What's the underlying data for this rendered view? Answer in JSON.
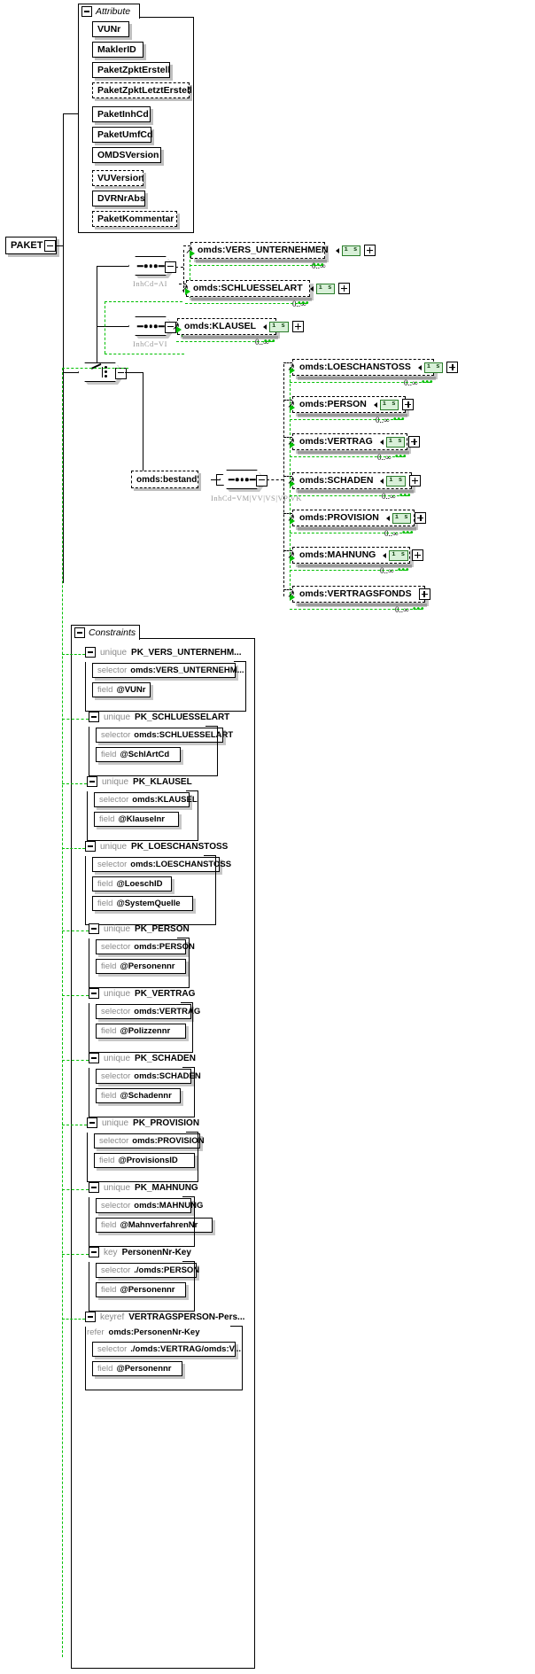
{
  "diagram": {
    "type": "xml-schema-diagram",
    "root_element": "PAKET",
    "attribute_group_label": "Attribute",
    "constraints_group_label": "Constraints"
  },
  "attributes": [
    {
      "name": "VUNr",
      "optional": false
    },
    {
      "name": "MaklerID",
      "optional": false
    },
    {
      "name": "PaketZpktErstell",
      "optional": false
    },
    {
      "name": "PaketZpktLetztErstell",
      "optional": true
    },
    {
      "name": "PaketInhCd",
      "optional": false
    },
    {
      "name": "PaketUmfCd",
      "optional": false
    },
    {
      "name": "OMDSVersion",
      "optional": false
    },
    {
      "name": "VUVersion",
      "optional": true
    },
    {
      "name": "DVRNrAbs",
      "optional": false
    },
    {
      "name": "PaketKommentar",
      "optional": true
    }
  ],
  "compositors": [
    {
      "id": "seq-ai",
      "kind": "sequence",
      "condition": "InhCd=AI"
    },
    {
      "id": "seq-vi",
      "kind": "sequence",
      "condition": "InhCd=VI"
    },
    {
      "id": "choice-root",
      "kind": "choice",
      "condition": ""
    },
    {
      "id": "seq-bestand",
      "kind": "sequence",
      "condition": "InhCd=VM|VV|VS|VP|VK"
    }
  ],
  "bestand_node": {
    "label": "omds:bestand"
  },
  "elements": [
    {
      "label": "omds:VERS_UNTERNEHMEN",
      "badge": "i s",
      "occurrence": "0..∞",
      "parent": "seq-ai"
    },
    {
      "label": "omds:SCHLUESSELART",
      "badge": "i s",
      "occurrence": "0..∞",
      "parent": "seq-ai"
    },
    {
      "label": "omds:KLAUSEL",
      "badge": "i s",
      "occurrence": "0..∞",
      "parent": "seq-vi"
    },
    {
      "label": "omds:LOESCHANSTOSS",
      "badge": "i s",
      "occurrence": "0..∞",
      "parent": "seq-bestand"
    },
    {
      "label": "omds:PERSON",
      "badge": "i s",
      "occurrence": "0..∞",
      "parent": "seq-bestand"
    },
    {
      "label": "omds:VERTRAG",
      "badge": "i s",
      "occurrence": "0..∞",
      "parent": "seq-bestand"
    },
    {
      "label": "omds:SCHADEN",
      "badge": "i s",
      "occurrence": "0..∞",
      "parent": "seq-bestand"
    },
    {
      "label": "omds:PROVISION",
      "badge": "i s",
      "occurrence": "0..∞",
      "parent": "seq-bestand"
    },
    {
      "label": "omds:MAHNUNG",
      "badge": "i s",
      "occurrence": "0..∞",
      "parent": "seq-bestand"
    },
    {
      "label": "omds:VERTRAGSFONDS",
      "badge": "",
      "occurrence": "0..∞",
      "parent": "seq-bestand"
    }
  ],
  "constraints": [
    {
      "kind": "unique",
      "name": "PK_VERS_UNTERNEHM...",
      "rows": [
        {
          "k": "selector",
          "v": "omds:VERS_UNTERNEHM..."
        },
        {
          "k": "field",
          "v": "@VUNr"
        }
      ]
    },
    {
      "kind": "unique",
      "name": "PK_SCHLUESSELART",
      "rows": [
        {
          "k": "selector",
          "v": "omds:SCHLUESSELART"
        },
        {
          "k": "field",
          "v": "@SchlArtCd"
        }
      ]
    },
    {
      "kind": "unique",
      "name": "PK_KLAUSEL",
      "rows": [
        {
          "k": "selector",
          "v": "omds:KLAUSEL"
        },
        {
          "k": "field",
          "v": "@Klauselnr"
        }
      ]
    },
    {
      "kind": "unique",
      "name": "PK_LOESCHANSTOSS",
      "rows": [
        {
          "k": "selector",
          "v": "omds:LOESCHANSTOSS"
        },
        {
          "k": "field",
          "v": "@LoeschID"
        },
        {
          "k": "field",
          "v": "@SystemQuelle"
        }
      ]
    },
    {
      "kind": "unique",
      "name": "PK_PERSON",
      "rows": [
        {
          "k": "selector",
          "v": "omds:PERSON"
        },
        {
          "k": "field",
          "v": "@Personennr"
        }
      ]
    },
    {
      "kind": "unique",
      "name": "PK_VERTRAG",
      "rows": [
        {
          "k": "selector",
          "v": "omds:VERTRAG"
        },
        {
          "k": "field",
          "v": "@Polizzennr"
        }
      ]
    },
    {
      "kind": "unique",
      "name": "PK_SCHADEN",
      "rows": [
        {
          "k": "selector",
          "v": "omds:SCHADEN"
        },
        {
          "k": "field",
          "v": "@Schadennr"
        }
      ]
    },
    {
      "kind": "unique",
      "name": "PK_PROVISION",
      "rows": [
        {
          "k": "selector",
          "v": "omds:PROVISION"
        },
        {
          "k": "field",
          "v": "@ProvisionsID"
        }
      ]
    },
    {
      "kind": "unique",
      "name": "PK_MAHNUNG",
      "rows": [
        {
          "k": "selector",
          "v": "omds:MAHNUNG"
        },
        {
          "k": "field",
          "v": "@MahnverfahrenNr"
        }
      ]
    },
    {
      "kind": "key",
      "name": "PersonenNr-Key",
      "rows": [
        {
          "k": "selector",
          "v": "./omds:PERSON"
        },
        {
          "k": "field",
          "v": "@Personennr"
        }
      ]
    },
    {
      "kind": "keyref",
      "name": "VERTRAGSPERSON-Pers...",
      "refer_key": "refer",
      "refer_value": "omds:PersonenNr-Key",
      "rows": [
        {
          "k": "selector",
          "v": "./omds:VERTRAG/omds:V..."
        },
        {
          "k": "field",
          "v": "@Personennr"
        }
      ]
    }
  ],
  "colors": {
    "line": "#000000",
    "green_dashed": "#00c000",
    "badge_fill": "#d8f0d8",
    "badge_border": "#2a7d2a",
    "muted_text": "#8a8a8a"
  }
}
